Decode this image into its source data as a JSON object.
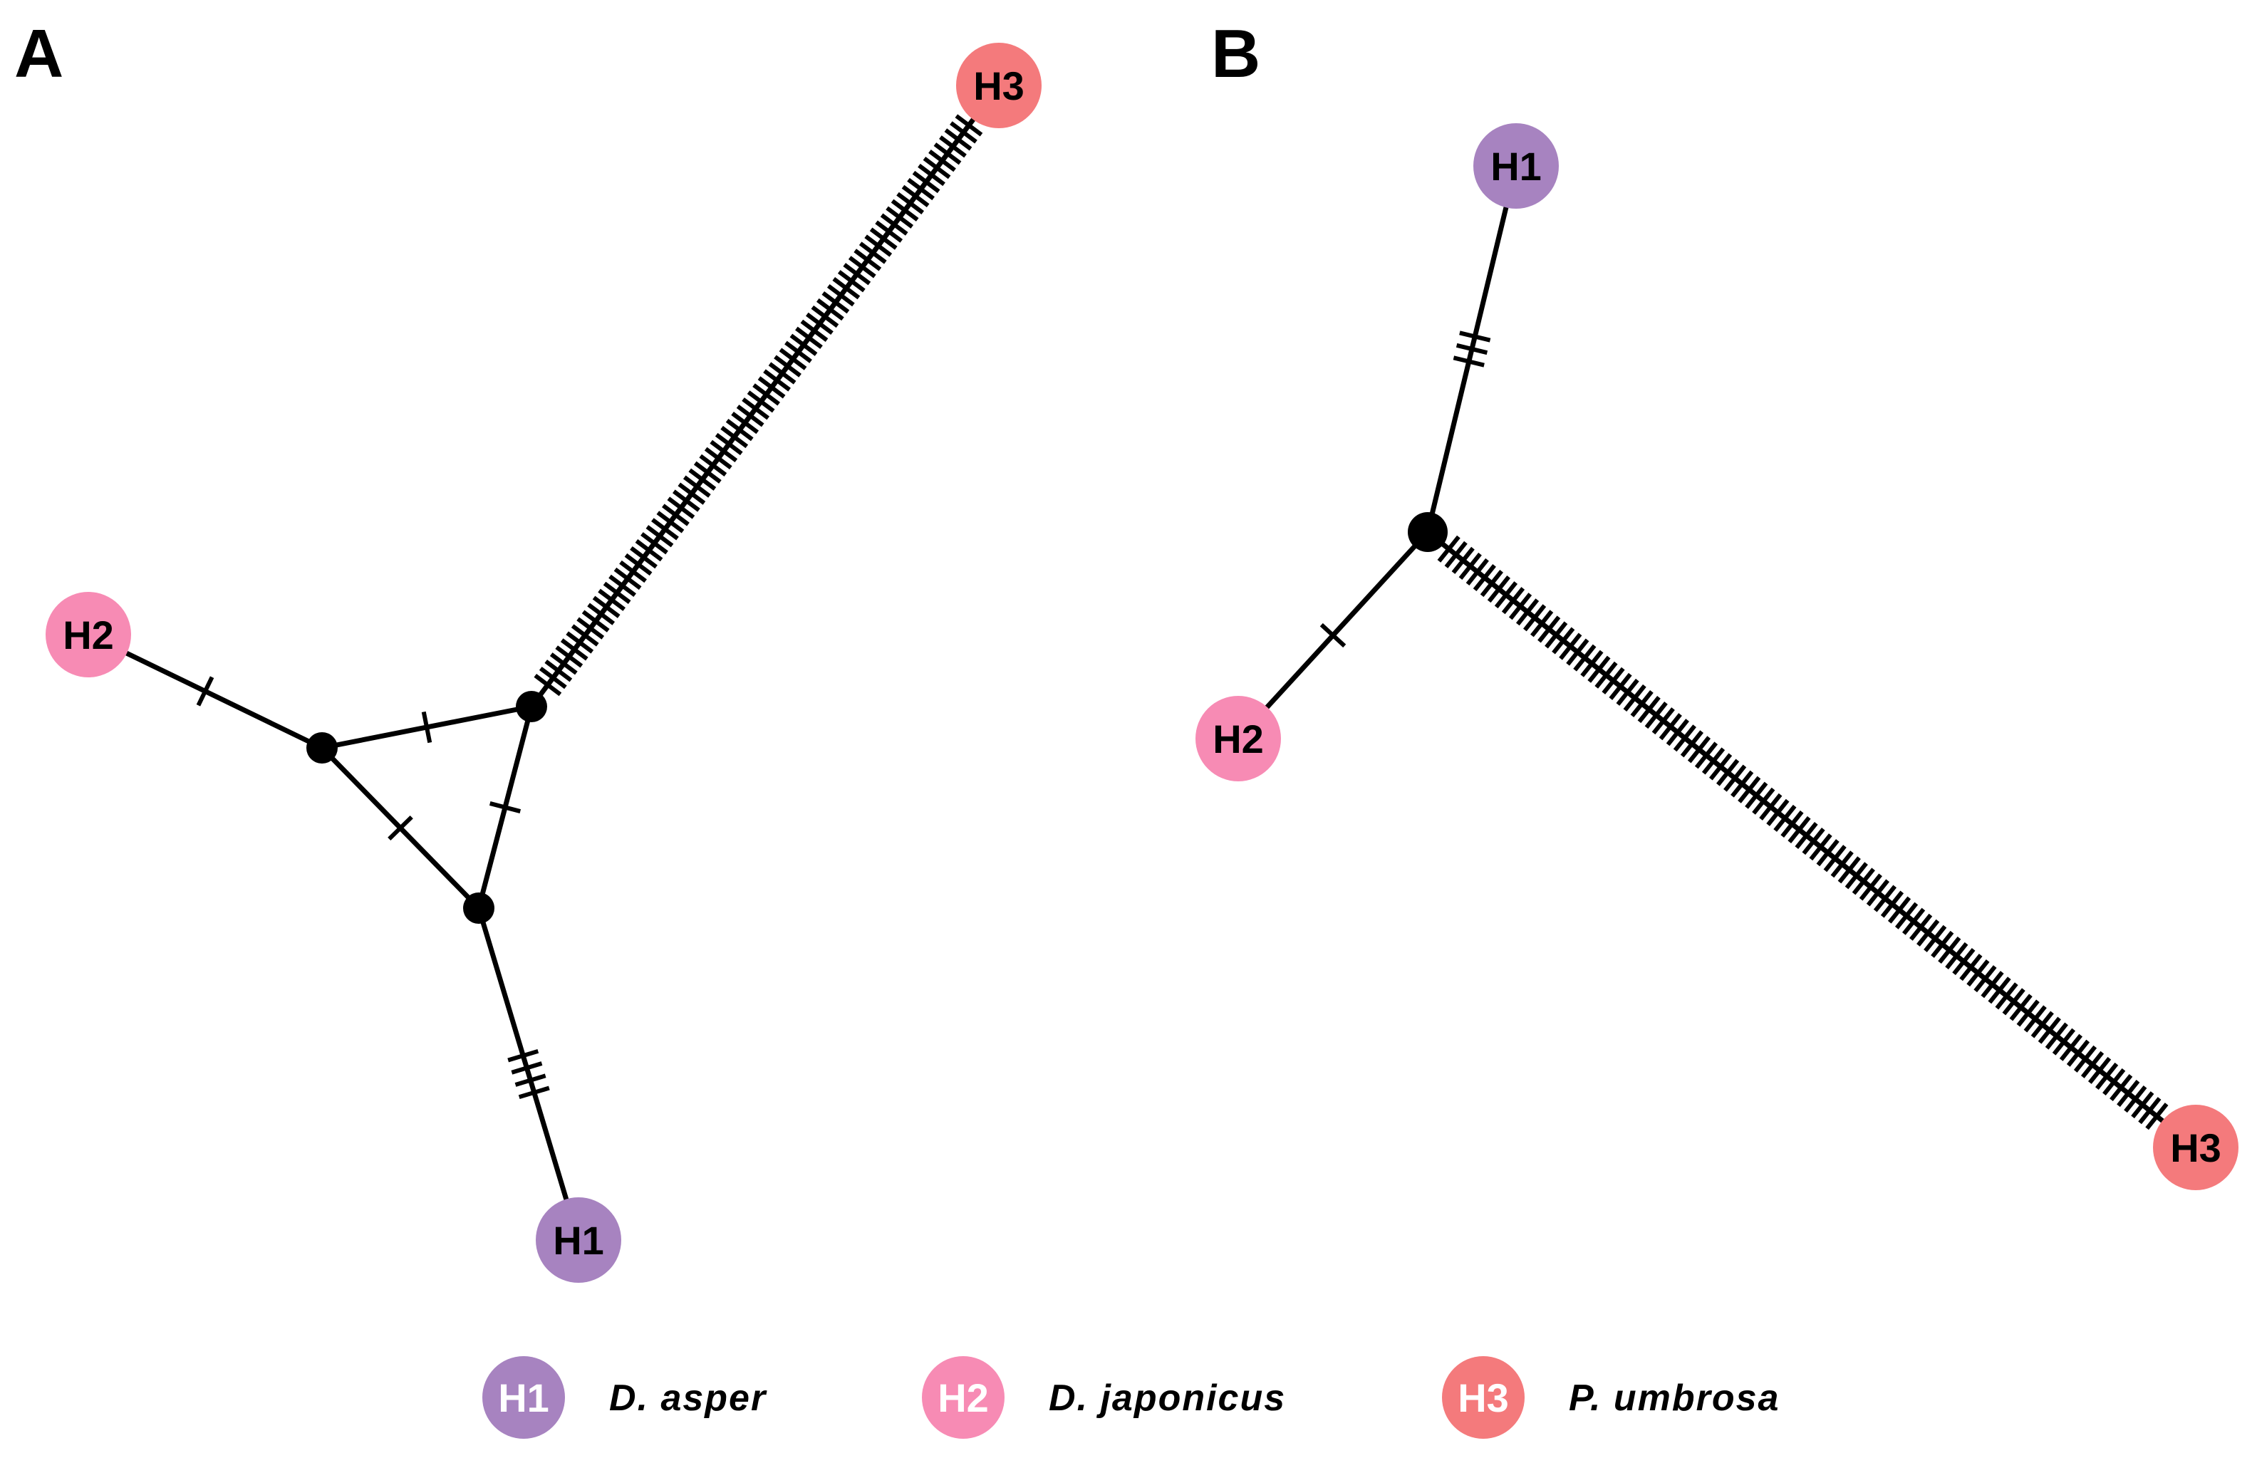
{
  "panels": [
    {
      "label": "A",
      "nodes": [
        {
          "id": "H1",
          "label": "H1",
          "type": "haplotype",
          "color": "#a783c0"
        },
        {
          "id": "H2",
          "label": "H2",
          "type": "haplotype",
          "color": "#f78bb4"
        },
        {
          "id": "H3",
          "label": "H3",
          "type": "haplotype",
          "color": "#f47a7c"
        },
        {
          "id": "mA1",
          "type": "median"
        },
        {
          "id": "mA2",
          "type": "median"
        },
        {
          "id": "mA3",
          "type": "median"
        }
      ],
      "edges": [
        {
          "from": "H2",
          "to": "mA1",
          "mutations": 1
        },
        {
          "from": "mA1",
          "to": "mA2",
          "mutations": 1
        },
        {
          "from": "mA1",
          "to": "mA3",
          "mutations": 1
        },
        {
          "from": "mA2",
          "to": "mA3",
          "mutations": 1
        },
        {
          "from": "mA3",
          "to": "H1",
          "mutations": 4
        },
        {
          "from": "mA2",
          "to": "H3",
          "mutations": 80
        }
      ]
    },
    {
      "label": "B",
      "nodes": [
        {
          "id": "H1",
          "label": "H1",
          "type": "haplotype",
          "color": "#a783c0"
        },
        {
          "id": "H2",
          "label": "H2",
          "type": "haplotype",
          "color": "#f78bb4"
        },
        {
          "id": "H3",
          "label": "H3",
          "type": "haplotype",
          "color": "#f47a7c"
        },
        {
          "id": "mB1",
          "type": "median"
        }
      ],
      "edges": [
        {
          "from": "mB1",
          "to": "H1",
          "mutations": 3
        },
        {
          "from": "mB1",
          "to": "H2",
          "mutations": 1
        },
        {
          "from": "mB1",
          "to": "H3",
          "mutations": 100
        }
      ]
    }
  ],
  "legend": [
    {
      "label": "H1",
      "species": "D. asper",
      "color": "#a783c0"
    },
    {
      "label": "H2",
      "species": "D. japonicus",
      "color": "#f78bb4"
    },
    {
      "label": "H3",
      "species": "P. umbrosa",
      "color": "#f47a7c"
    }
  ]
}
